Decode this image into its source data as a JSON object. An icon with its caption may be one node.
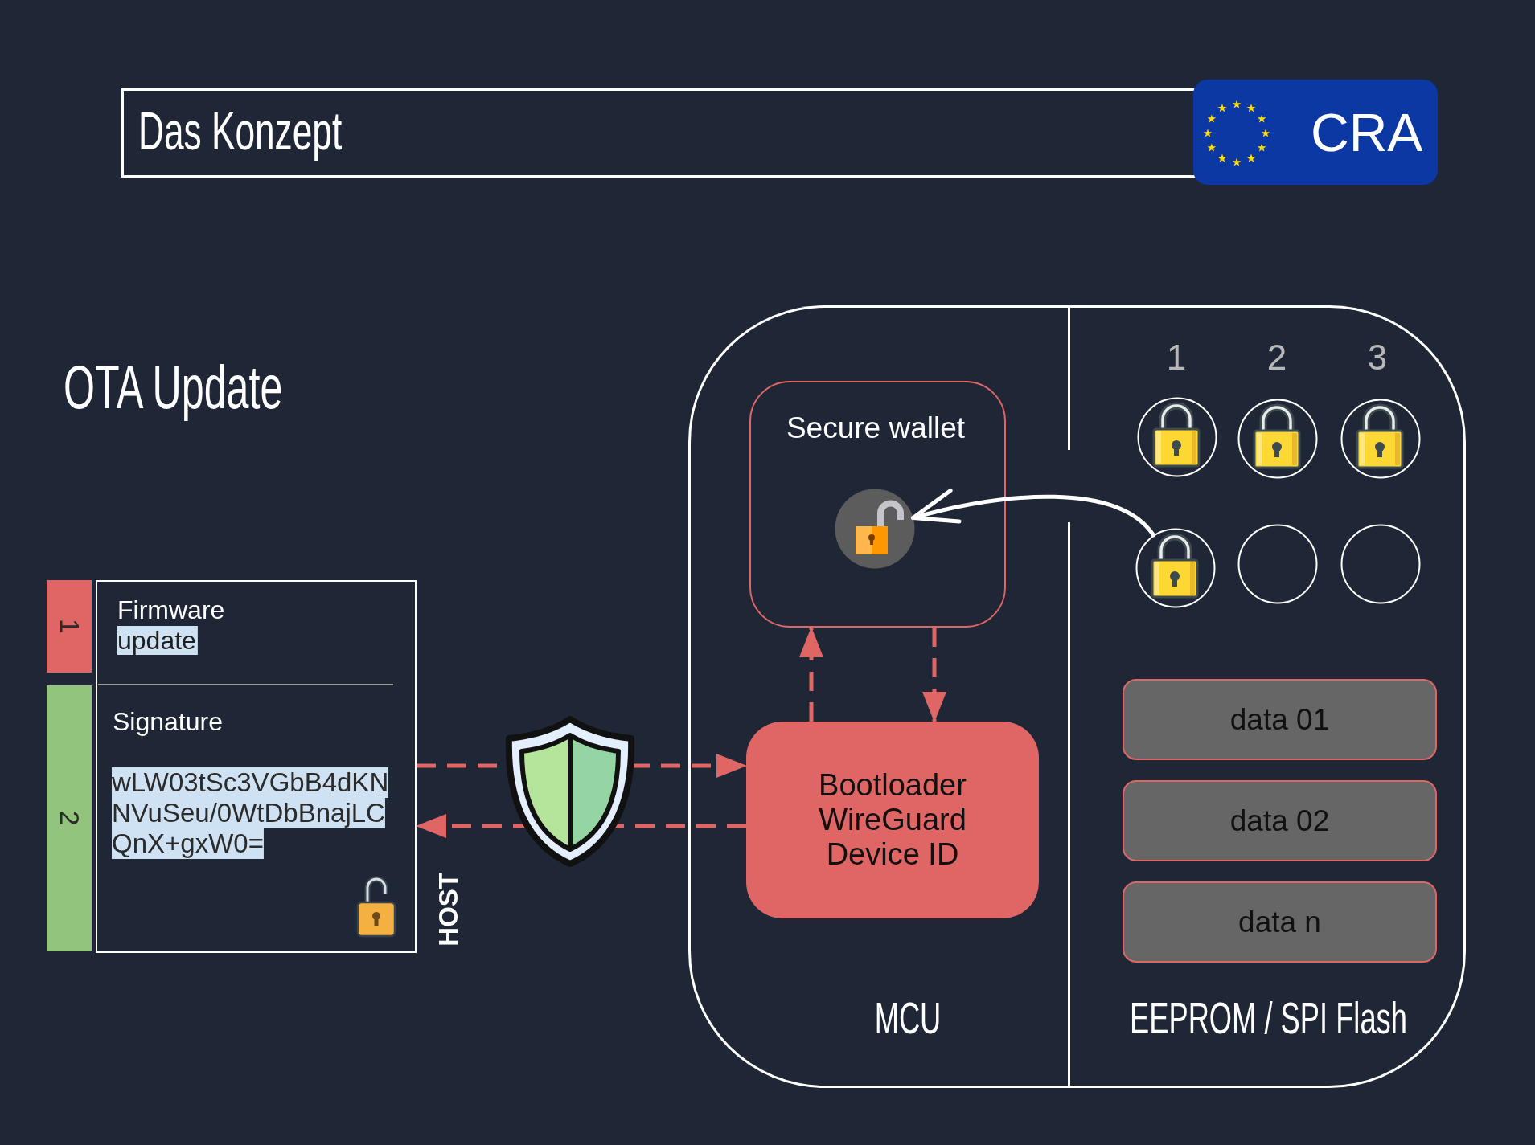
{
  "diagram": {
    "title": "Das Konzept",
    "nodes": [
      {
        "text": [
          "CRA"
        ]
      },
      {
        "text": [
          "1"
        ]
      },
      {
        "text": [
          "2"
        ]
      },
      {
        "text": [
          "Firmware update",
          "Signature",
          "wLW03tSc3VGbB4dKN NVuSeu/0WtDbBnajLC QnX+gxW0="
        ],
        "beside": [
          "HOST"
        ]
      },
      {
        "text": [
          "MCU"
        ]
      },
      {
        "text": [
          "Secure wallet"
        ],
        "in": 4
      },
      {
        "text": [],
        "shape": "circle",
        "in": 5
      },
      {
        "text": [
          "Bootloader",
          "WireGuard",
          "Device ID"
        ],
        "in": 4
      },
      {
        "text": [
          "EEPROM / SPI Flash"
        ]
      },
      {
        "text": [],
        "shape": "circle",
        "in": 8
      },
      {
        "text": [],
        "shape": "circle",
        "in": 8
      },
      {
        "text": [],
        "shape": "circle",
        "in": 8
      },
      {
        "text": [],
        "shape": "circle",
        "in": 8
      },
      {
        "text": [],
        "shape": "circle",
        "in": 8
      },
      {
        "text": [],
        "shape": "circle",
        "in": 8
      },
      {
        "text": [
          "data 01"
        ],
        "in": 8
      },
      {
        "text": [
          "data 02"
        ],
        "in": 8
      },
      {
        "text": [
          "data n"
        ],
        "in": 8
      }
    ],
    "edges": [
      {
        "from": 3,
        "to": 7,
        "arrow": "to",
        "style": "dashed"
      },
      {
        "from": 7,
        "to": 3,
        "arrow": "to",
        "style": "dashed"
      },
      {
        "from": 7,
        "to": 5,
        "arrow": "to",
        "style": "dashed"
      },
      {
        "from": 5,
        "to": 7,
        "arrow": "to",
        "style": "dashed"
      },
      {
        "from": 12,
        "to": 6,
        "arrow": "to",
        "color": "#ffffff"
      }
    ],
    "labels": [
      "OTA Update",
      "1",
      "2",
      "3"
    ]
  }
}
